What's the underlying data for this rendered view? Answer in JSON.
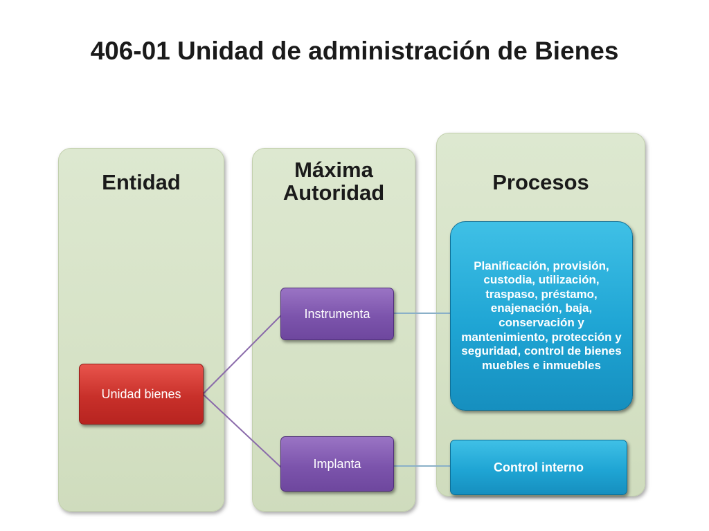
{
  "title": "406-01 Unidad de administración de Bienes",
  "columns": {
    "entidad": "Entidad",
    "maxima_autoridad": "Máxima Autoridad",
    "procesos": "Procesos"
  },
  "boxes": {
    "unidad_bienes": "Unidad bienes",
    "instrumenta": "Instrumenta",
    "implanta": "Implanta",
    "procesos_detalle": "Planificación, provisión, custodia, utilización, traspaso, préstamo, enajenación, baja, conservación y mantenimiento, protección y seguridad, control de bienes muebles e inmuebles",
    "control_interno": "Control interno"
  },
  "colors": {
    "column_bg": "#d6e2c6",
    "red_box": "#c8302a",
    "purple_box": "#7c54ac",
    "blue_box": "#1fa5d4",
    "connector_purple": "#8a6aaa",
    "connector_blue": "#8ab0c8"
  }
}
